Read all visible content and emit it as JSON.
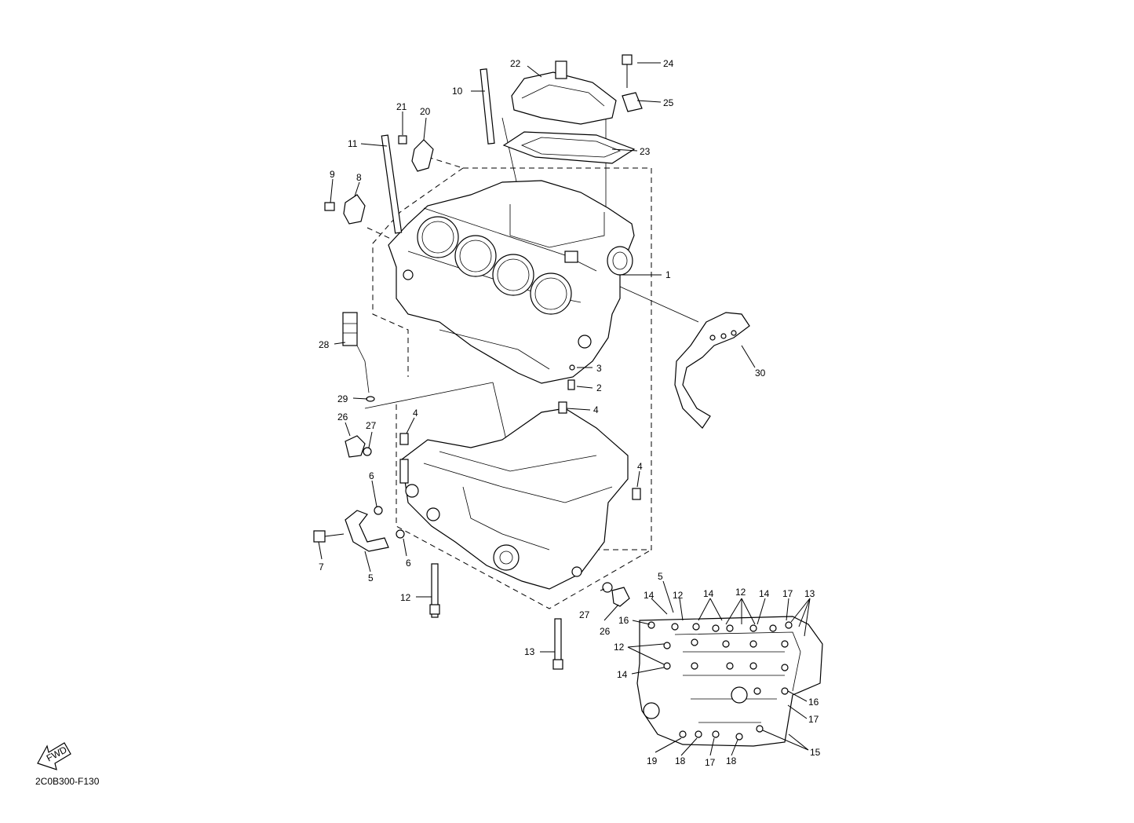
{
  "diagram": {
    "part_code": "2C0B300-F130",
    "fwd_label": "FWD",
    "callouts": [
      {
        "id": "c22",
        "label": "22"
      },
      {
        "id": "c24",
        "label": "24"
      },
      {
        "id": "c10",
        "label": "10"
      },
      {
        "id": "c25",
        "label": "25"
      },
      {
        "id": "c21",
        "label": "21"
      },
      {
        "id": "c20",
        "label": "20"
      },
      {
        "id": "c11",
        "label": "11"
      },
      {
        "id": "c23",
        "label": "23"
      },
      {
        "id": "c9",
        "label": "9"
      },
      {
        "id": "c8",
        "label": "8"
      },
      {
        "id": "c1",
        "label": "1"
      },
      {
        "id": "c28",
        "label": "28"
      },
      {
        "id": "c30",
        "label": "30"
      },
      {
        "id": "c3",
        "label": "3"
      },
      {
        "id": "c2",
        "label": "2"
      },
      {
        "id": "c29",
        "label": "29"
      },
      {
        "id": "c4a",
        "label": "4"
      },
      {
        "id": "c4b",
        "label": "4"
      },
      {
        "id": "c26a",
        "label": "26"
      },
      {
        "id": "c27a",
        "label": "27"
      },
      {
        "id": "c4c",
        "label": "4"
      },
      {
        "id": "c6a",
        "label": "6"
      },
      {
        "id": "c6b",
        "label": "6"
      },
      {
        "id": "c7",
        "label": "7"
      },
      {
        "id": "c5a",
        "label": "5"
      },
      {
        "id": "c12a",
        "label": "12"
      },
      {
        "id": "c27b",
        "label": "27"
      },
      {
        "id": "c26b",
        "label": "26"
      },
      {
        "id": "c13a",
        "label": "13"
      },
      {
        "id": "d5",
        "label": "5"
      },
      {
        "id": "d14a",
        "label": "14"
      },
      {
        "id": "d12a",
        "label": "12"
      },
      {
        "id": "d14b",
        "label": "14"
      },
      {
        "id": "d12b",
        "label": "12"
      },
      {
        "id": "d14c",
        "label": "14"
      },
      {
        "id": "d17a",
        "label": "17"
      },
      {
        "id": "d13",
        "label": "13"
      },
      {
        "id": "d16a",
        "label": "16"
      },
      {
        "id": "d12c",
        "label": "12"
      },
      {
        "id": "d14d",
        "label": "14"
      },
      {
        "id": "d16b",
        "label": "16"
      },
      {
        "id": "d17b",
        "label": "17"
      },
      {
        "id": "d15",
        "label": "15"
      },
      {
        "id": "d19",
        "label": "19"
      },
      {
        "id": "d18a",
        "label": "18"
      },
      {
        "id": "d17c",
        "label": "17"
      },
      {
        "id": "d18b",
        "label": "18"
      }
    ]
  }
}
